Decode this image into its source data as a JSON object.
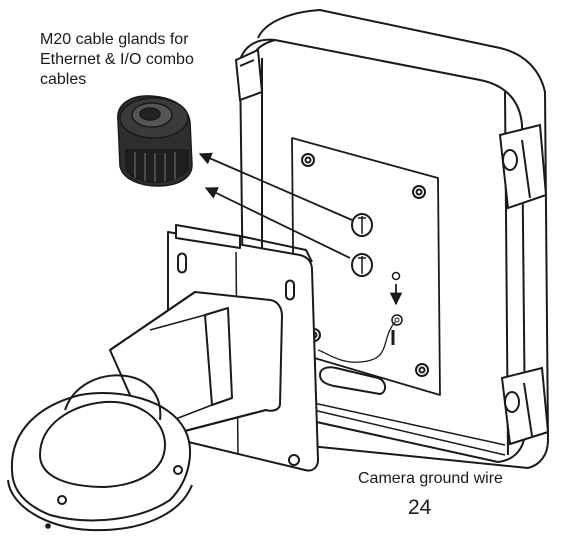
{
  "captions": {
    "cable_glands": "M20 cable glands for Ethernet & I/O combo cables",
    "ground_wire": "Camera ground wire"
  },
  "page_number": "24",
  "colors": {
    "line": "#1a1a1a",
    "fill": "#ffffff",
    "gland": "#2e2e2e",
    "shade": "#d9d9d9"
  }
}
